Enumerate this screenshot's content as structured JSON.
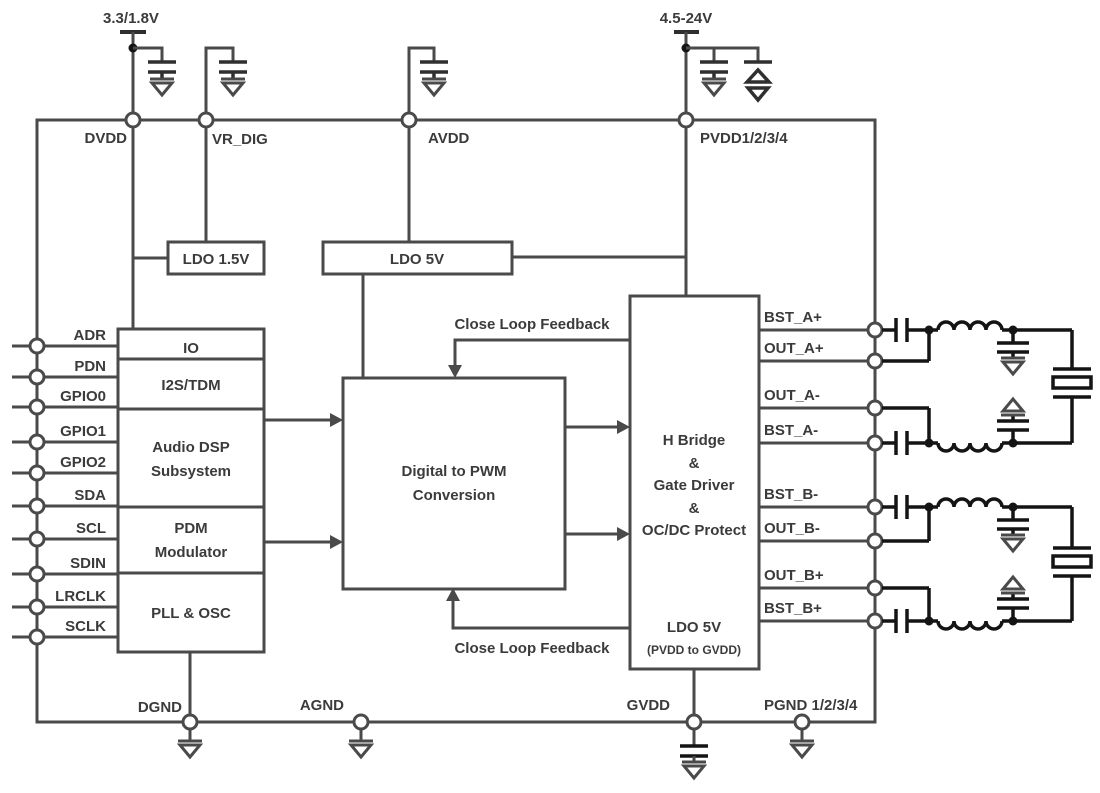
{
  "colors": {
    "wire": "#4a4a4a",
    "component": "#141414",
    "capacitor": "#2f2f2f",
    "text": "#3b3b3b",
    "background": "#ffffff"
  },
  "supplies": {
    "digital": "3.3/1.8V",
    "power": "4.5-24V"
  },
  "top_pins": {
    "dvdd": "DVDD",
    "vr_dig": "VR_DIG",
    "avdd": "AVDD",
    "pvdd": "PVDD1/2/3/4"
  },
  "regulators": {
    "ldo15": "LDO 1.5V",
    "ldo5": "LDO 5V"
  },
  "stack": {
    "io": "IO",
    "i2s": "I2S/TDM",
    "dsp1": "Audio DSP",
    "dsp2": "Subsystem",
    "pdm1": "PDM",
    "pdm2": "Modulator",
    "pll": "PLL & OSC"
  },
  "dpwm": {
    "line1": "Digital to PWM",
    "line2": "Conversion"
  },
  "hbridge": {
    "lines": [
      "H Bridge",
      "&",
      "Gate Driver",
      "&",
      "OC/DC Protect"
    ],
    "ldo": "LDO 5V",
    "ldo_sub": "(PVDD to GVDD)"
  },
  "feedback": {
    "top": "Close Loop Feedback",
    "bottom": "Close Loop Feedback"
  },
  "left_pins": [
    "ADR",
    "PDN",
    "GPIO0",
    "GPIO1",
    "GPIO2",
    "SDA",
    "SCL",
    "SDIN",
    "LRCLK",
    "SCLK"
  ],
  "right_pins": [
    "BST_A+",
    "OUT_A+",
    "OUT_A-",
    "BST_A-",
    "BST_B-",
    "OUT_B-",
    "OUT_B+",
    "BST_B+"
  ],
  "bottom_pins": {
    "dgnd": "DGND",
    "agnd": "AGND",
    "gvdd": "GVDD",
    "pgnd": "PGND 1/2/3/4"
  }
}
